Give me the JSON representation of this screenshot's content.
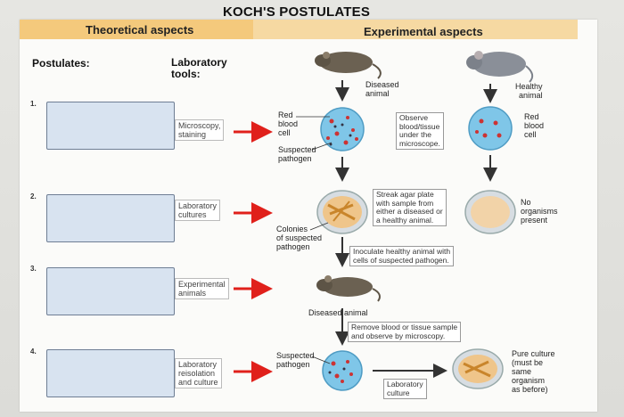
{
  "title": "KOCH'S POSTULATES",
  "header": {
    "left": "Theoretical aspects",
    "right": "Experimental aspects"
  },
  "columns": {
    "postulates": "Postulates:",
    "tools_line1": "Laboratory",
    "tools_line2": "tools:"
  },
  "rows": [
    {
      "number": "1.",
      "tool_line1": "Microscopy,",
      "tool_line2": "staining"
    },
    {
      "number": "2.",
      "tool_line1": "Laboratory",
      "tool_line2": "cultures"
    },
    {
      "number": "3.",
      "tool_line1": "Experimental",
      "tool_line2": "animals"
    },
    {
      "number": "4.",
      "tool_line1": "Laboratory",
      "tool_line2": "reisolation",
      "tool_line3": "and culture"
    }
  ],
  "labels": {
    "diseased_animal_1": "Diseased",
    "diseased_animal_2": "animal",
    "healthy_animal_1": "Healthy",
    "healthy_animal_2": "animal",
    "rbc_left_1": "Red",
    "rbc_left_2": "blood",
    "rbc_left_3": "cell",
    "suspected_pathogen_1": "Suspected",
    "suspected_pathogen_2": "pathogen",
    "observe_1": "Observe",
    "observe_2": "blood/tissue",
    "observe_3": "under the",
    "observe_4": "microscope.",
    "rbc_right_1": "Red",
    "rbc_right_2": "blood",
    "rbc_right_3": "cell",
    "streak_1": "Streak agar plate",
    "streak_2": "with sample from",
    "streak_3": "either a diseased or",
    "streak_4": "a healthy animal.",
    "no_org_1": "No",
    "no_org_2": "organisms",
    "no_org_3": "present",
    "colonies_1": "Colonies",
    "colonies_2": "of suspected",
    "colonies_3": "pathogen",
    "inoculate_1": "Inoculate healthy animal with",
    "inoculate_2": "cells of suspected pathogen.",
    "diseased_animal_full": "Diseased animal",
    "remove_1": "Remove blood or tissue sample",
    "remove_2": "and observe by microscopy.",
    "suspected_pathogen_b1": "Suspected",
    "suspected_pathogen_b2": "pathogen",
    "lab_culture_1": "Laboratory",
    "lab_culture_2": "culture",
    "pure_1": "Pure culture",
    "pure_2": "(must be",
    "pure_3": "same",
    "pure_4": "organism",
    "pure_5": "as before)"
  },
  "colors": {
    "header_left": "#f4c97c",
    "header_right": "#f6d9a2",
    "answer_box": "#d8e3f0",
    "red_arrow": "#e0201b",
    "cell_blue": "#7fc6e8"
  }
}
